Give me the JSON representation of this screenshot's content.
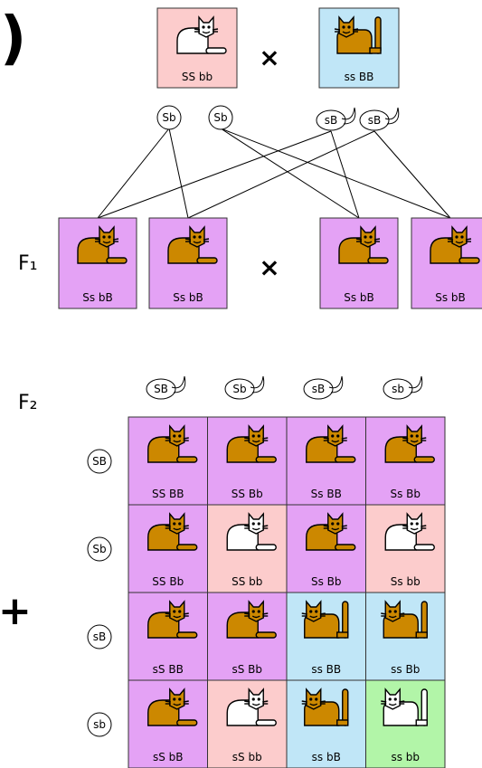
{
  "colors": {
    "purple": "#e4a2f5",
    "pink": "#fccccc",
    "blue": "#c0e6f7",
    "green": "#b2f5a8",
    "cat_orange": "#cc8800",
    "cat_white": "#ffffff"
  },
  "edge_marks": {
    "top_left": ")",
    "left_plus": "+"
  },
  "parents": {
    "left": {
      "genotype": "SS bb",
      "color": "pink",
      "cat": "white-standing-cat-icon"
    },
    "cross": "×",
    "right": {
      "genotype": "ss BB",
      "color": "blue",
      "cat": "orange-sitting-cat-icon"
    }
  },
  "gametes": [
    {
      "text": "Sb",
      "kind": "egg"
    },
    {
      "text": "Sb",
      "kind": "egg"
    },
    {
      "text": "sB",
      "kind": "sperm"
    },
    {
      "text": "sB",
      "kind": "sperm"
    }
  ],
  "f1": {
    "label": "F₁",
    "cross": "×",
    "cats": [
      {
        "genotype": "Ss bB",
        "color": "purple",
        "cat": "orange-standing-cat-icon"
      },
      {
        "genotype": "Ss bB",
        "color": "purple",
        "cat": "orange-standing-cat-icon"
      },
      {
        "genotype": "Ss bB",
        "color": "purple",
        "cat": "orange-standing-cat-icon"
      },
      {
        "genotype": "Ss bB",
        "color": "purple",
        "cat": "orange-standing-cat-icon"
      }
    ]
  },
  "f2": {
    "label": "F₂",
    "col_gametes": [
      "SB",
      "Sb",
      "sB",
      "sb"
    ],
    "row_gametes": [
      "SB",
      "Sb",
      "sB",
      "sb"
    ],
    "grid": [
      [
        {
          "genotype": "SS BB",
          "color": "purple",
          "cat": "orange-standing-cat-icon"
        },
        {
          "genotype": "SS Bb",
          "color": "purple",
          "cat": "orange-standing-cat-icon"
        },
        {
          "genotype": "Ss BB",
          "color": "purple",
          "cat": "orange-standing-cat-icon"
        },
        {
          "genotype": "Ss Bb",
          "color": "purple",
          "cat": "orange-standing-cat-icon"
        }
      ],
      [
        {
          "genotype": "SS Bb",
          "color": "purple",
          "cat": "orange-standing-cat-icon"
        },
        {
          "genotype": "SS bb",
          "color": "pink",
          "cat": "white-standing-cat-icon"
        },
        {
          "genotype": "Ss Bb",
          "color": "purple",
          "cat": "orange-standing-cat-icon"
        },
        {
          "genotype": "Ss bb",
          "color": "pink",
          "cat": "white-standing-cat-icon"
        }
      ],
      [
        {
          "genotype": "sS BB",
          "color": "purple",
          "cat": "orange-standing-cat-icon"
        },
        {
          "genotype": "sS Bb",
          "color": "purple",
          "cat": "orange-standing-cat-icon"
        },
        {
          "genotype": "ss BB",
          "color": "blue",
          "cat": "orange-sitting-cat-icon"
        },
        {
          "genotype": "ss Bb",
          "color": "blue",
          "cat": "orange-sitting-cat-icon"
        }
      ],
      [
        {
          "genotype": "sS bB",
          "color": "purple",
          "cat": "orange-standing-cat-icon"
        },
        {
          "genotype": "sS bb",
          "color": "pink",
          "cat": "white-standing-cat-icon"
        },
        {
          "genotype": "ss bB",
          "color": "blue",
          "cat": "orange-sitting-cat-icon"
        },
        {
          "genotype": "ss bb",
          "color": "green",
          "cat": "white-sitting-cat-icon"
        }
      ]
    ]
  }
}
